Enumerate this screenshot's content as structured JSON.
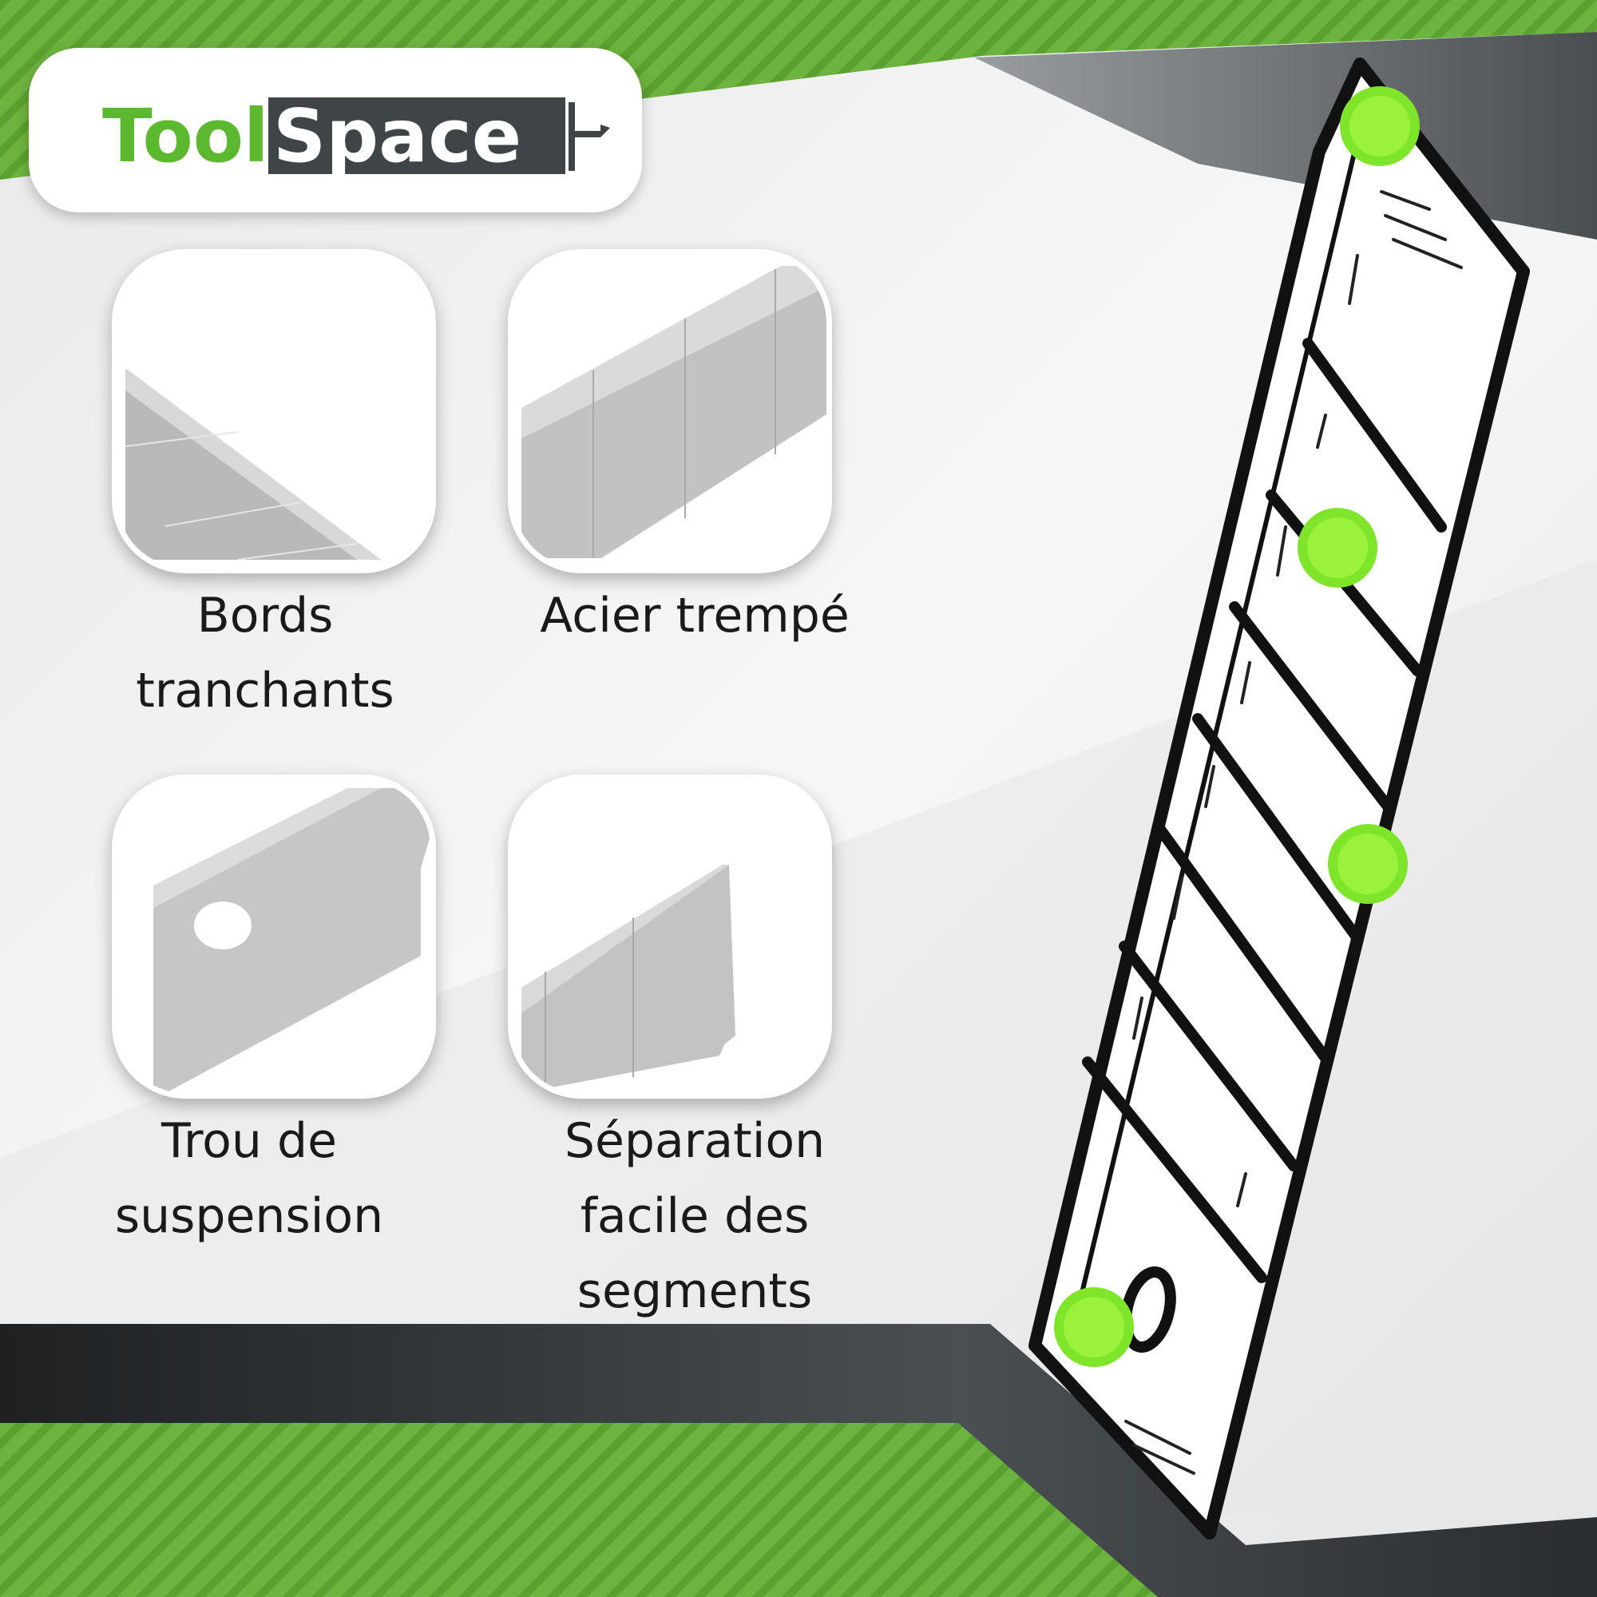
{
  "brand": {
    "logo_word_1": "Tool",
    "logo_word_2": "Space",
    "green": "#5cb82e",
    "dark": "#3f4446",
    "logo_icon": "utility-knife-icon"
  },
  "colors": {
    "accent_green": "#7ac143",
    "dot_green": "#9bf23c",
    "band_dark": "#2c2f31"
  },
  "features": [
    {
      "lines": [
        "Bords",
        "tranchants"
      ],
      "icon": "blade-edge-closeup"
    },
    {
      "lines": [
        "Acier trempé"
      ],
      "icon": "blade-steel-closeup"
    },
    {
      "lines": [
        "Trou de",
        "suspension"
      ],
      "icon": "blade-hole-closeup"
    },
    {
      "lines": [
        "Séparation",
        "facile des",
        "segments"
      ],
      "icon": "blade-segment-closeup"
    }
  ],
  "illustration": {
    "icon": "snap-off-blade-illustration",
    "marker_count": 4
  }
}
